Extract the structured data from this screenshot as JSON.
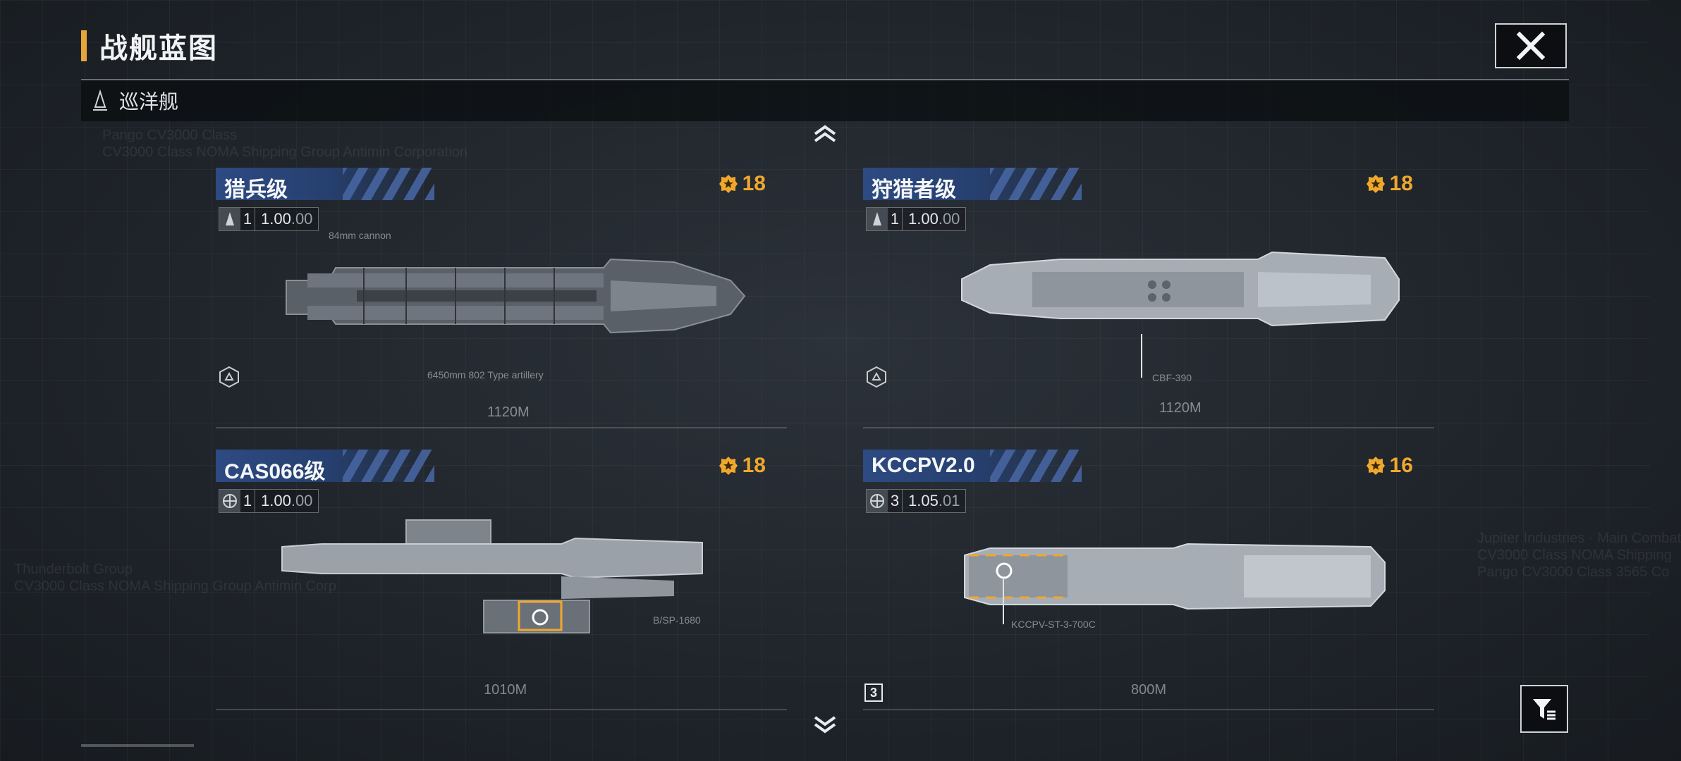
{
  "header": {
    "title": "战舰蓝图"
  },
  "category": {
    "label": "巡洋舰"
  },
  "background_text": [
    "Pango CV3000 Class",
    "CV3000 Class NOMA Shipping Group Antimin Corporation",
    "Thunderbolt Group",
    "CV3000 Class NOMA Shipping Group Antimin Corp",
    "Jupiter Industries · Main Combat",
    "CV3000 Class NOMA Shipping",
    "Pango CV3000 Class 3565 Co"
  ],
  "cards": [
    {
      "name": "猎兵级",
      "badge": "18",
      "stat_count": "1",
      "stat_main": "1.00",
      "stat_sub": ".00",
      "annotations": [
        "84mm cannon",
        "6450mm 802 Type artillery",
        "1120M"
      ]
    },
    {
      "name": "狩猎者级",
      "badge": "18",
      "stat_count": "1",
      "stat_main": "1.00",
      "stat_sub": ".00",
      "annotations": [
        "CBF-390",
        "1120M"
      ]
    },
    {
      "name": "CAS066级",
      "badge": "18",
      "stat_count": "1",
      "stat_main": "1.00",
      "stat_sub": ".00",
      "annotations": [
        "B/SP-1680",
        "1010M"
      ]
    },
    {
      "name": "KCCPV2.0",
      "badge": "16",
      "stat_count": "3",
      "stat_main": "1.05",
      "stat_sub": ".01",
      "annotations": [
        "KCCPV-ST-3-700C",
        "800M"
      ],
      "corner_tag": "3"
    }
  ],
  "icons": {
    "close": "close-icon",
    "scroll_up": "chevron-up-icon",
    "scroll_down": "chevron-down-icon",
    "filter": "filter-icon",
    "badge": "medal-icon",
    "ship_class": "cruiser-icon"
  },
  "colors": {
    "accent": "#e7a63a",
    "badge": "#f0a82c",
    "header_blue": "#2d4a82"
  }
}
